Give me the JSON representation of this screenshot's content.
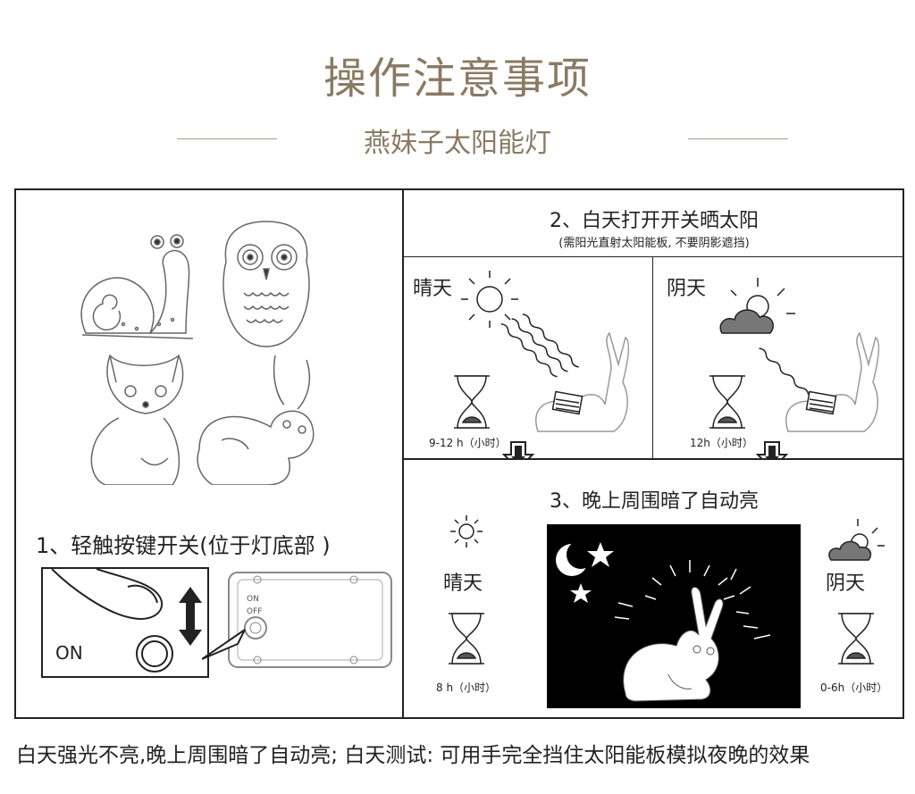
{
  "header": {
    "title": "操作注意事项",
    "subtitle": "燕妹子太阳能灯"
  },
  "step1": {
    "title": "1、轻触按键开关(位于灯底部 )",
    "on_label": "ON",
    "panel_on": "ON",
    "panel_off": "OFF"
  },
  "step2": {
    "title": "2、白天打开开关晒太阳",
    "note": "(需阳光直射太阳能板, 不要阴影遮挡)",
    "sunny": {
      "label": "晴天",
      "duration": "9-12 h（小时）"
    },
    "cloudy": {
      "label": "阴天",
      "duration": "12h（小时）"
    }
  },
  "step3": {
    "title": "3、晚上周围暗了自动亮",
    "sunny": {
      "label": "晴天",
      "duration": "8 h（小时）"
    },
    "cloudy": {
      "label": "阴天",
      "duration": "0-6h（小时）"
    }
  },
  "footer": "白天强光不亮,晚上周围暗了自动亮;  白天测试: 可用手完全挡住太阳能板模拟夜晚的效果",
  "colors": {
    "heading": "#8a7a63",
    "line": "#222222",
    "night_bg": "#000000"
  }
}
